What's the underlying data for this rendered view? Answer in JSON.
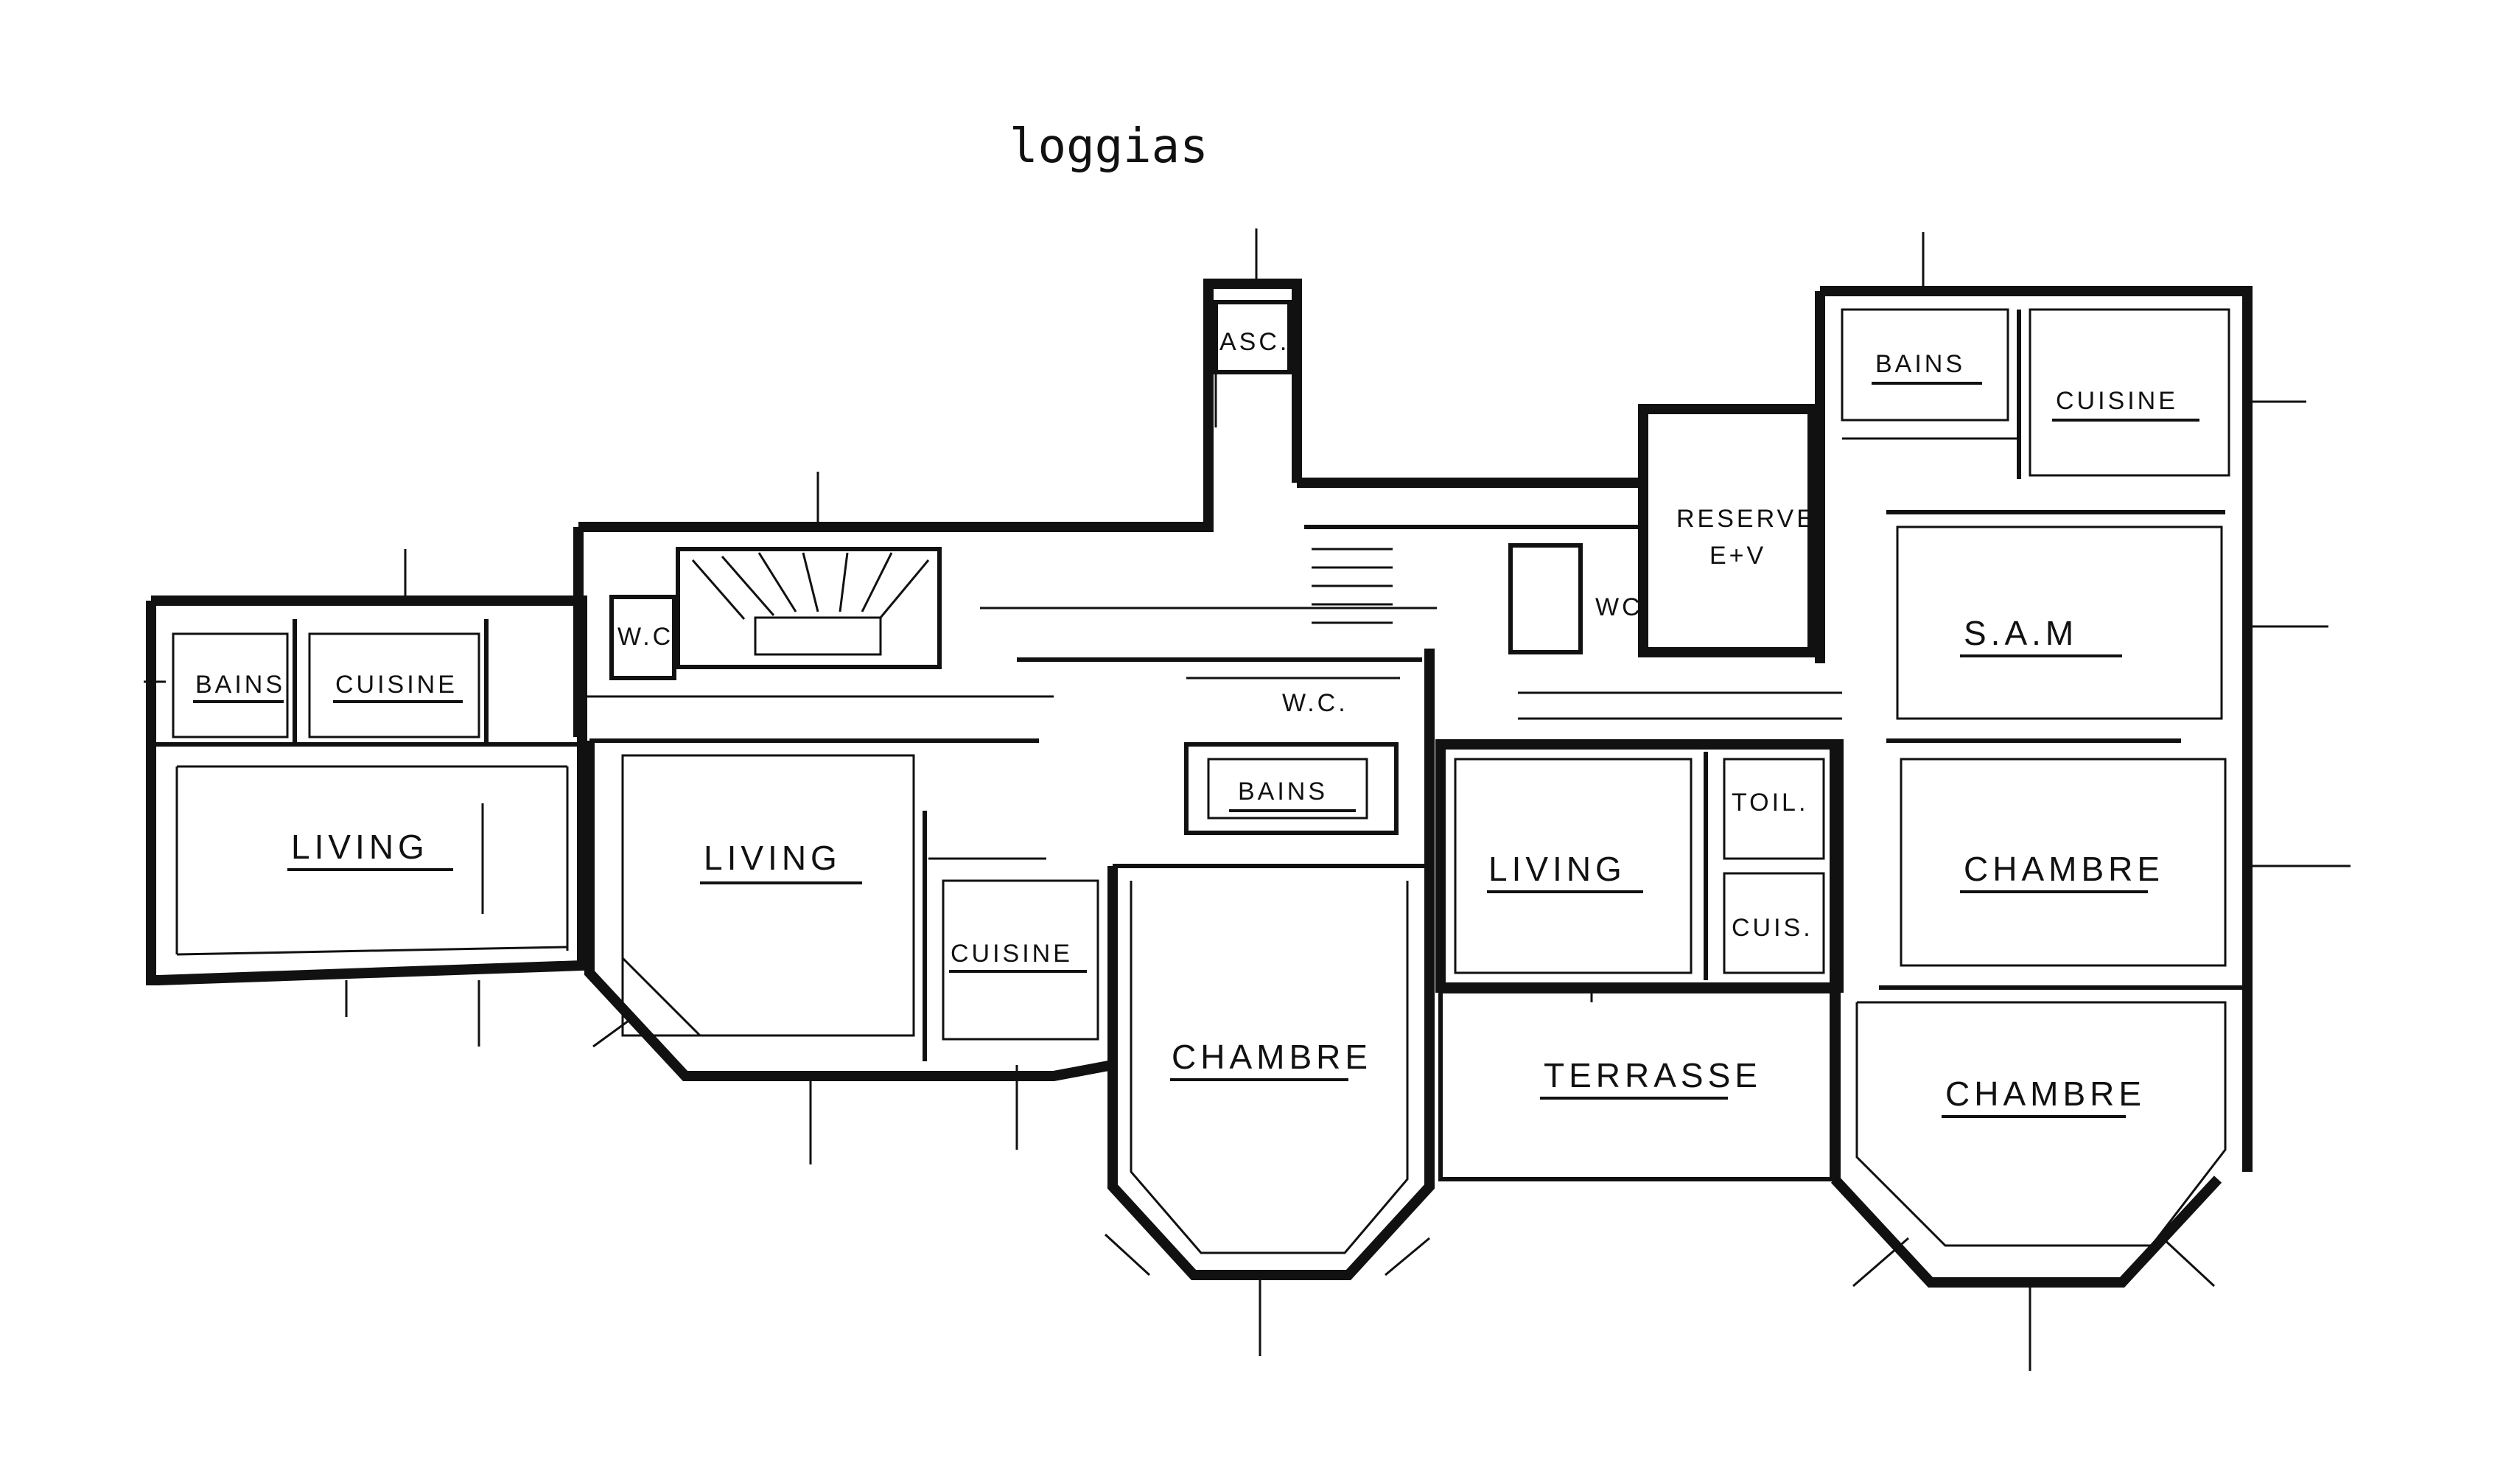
{
  "header": {
    "title": "loggias"
  },
  "rooms": {
    "left": {
      "bains": "BAINS",
      "cuisine": "CUISINE",
      "living": "LIVING"
    },
    "core": {
      "asc": "ASC.",
      "wc_stair": "W.C",
      "wc_hall": "W.C.",
      "wc_right": "WC"
    },
    "center": {
      "living": "LIVING",
      "cuisine": "CUISINE",
      "bains": "BAINS",
      "chambre": "CHAMBRE"
    },
    "midright": {
      "reserve_line1": "RESERVE",
      "reserve_line2": "E+V",
      "living": "LIVING",
      "toil": "TOIL.",
      "cuis": "CUIS.",
      "terrasse": "TERRASSE"
    },
    "right": {
      "bains": "BAINS",
      "cuisine": "CUISINE",
      "sam": "S.A.M",
      "chambre1": "CHAMBRE",
      "chambre2": "CHAMBRE"
    }
  }
}
